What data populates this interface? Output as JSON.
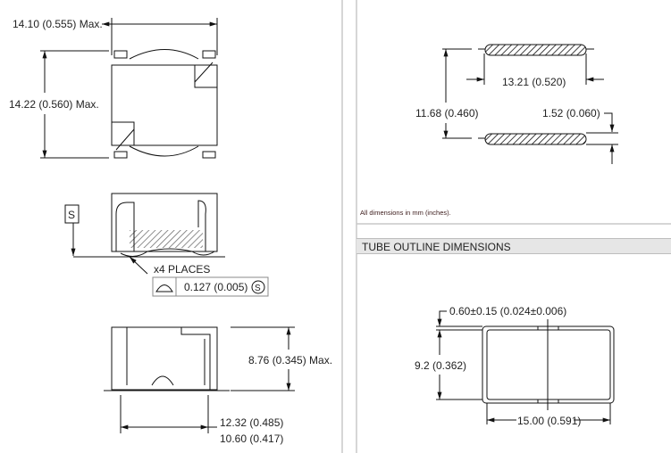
{
  "note": "All dimensions in mm (inches).",
  "tube_section": {
    "title": "TUBE OUTLINE DIMENSIONS"
  },
  "top_view": {
    "width_label": "14.10 (0.555) Max.",
    "height_label": "14.22 (0.560) Max."
  },
  "side_view": {
    "datum": "S",
    "places_label": "x4 PLACES",
    "tolerance_value": "0.127 (0.005)",
    "modifier": "S"
  },
  "front_view": {
    "height_label": "8.76 (0.345) Max.",
    "width_label_1": "12.32 (0.485)",
    "width_label_2": "10.60 (0.417)"
  },
  "pad_layout": {
    "span_label": "11.68 (0.460)",
    "length_label": "13.21 (0.520)",
    "pad_width_label": "1.52 (0.060)"
  },
  "tube": {
    "wall_label": "0.60±0.15 (0.024±0.006)",
    "height_label": "9.2 (0.362)",
    "width_label": "15.00 (0.591)"
  }
}
